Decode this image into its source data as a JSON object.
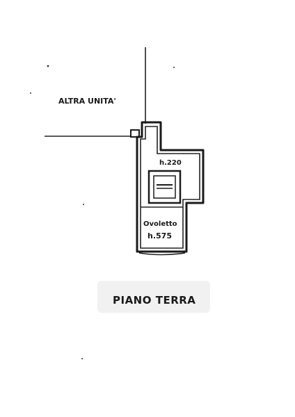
{
  "plan": {
    "other_unit_label": "ALTRA UNITA'",
    "room_upper_height": "h.220",
    "room_lower_name": "Ovoletto",
    "room_lower_height": "h.575",
    "floor_title": "PIANO TERRA"
  }
}
